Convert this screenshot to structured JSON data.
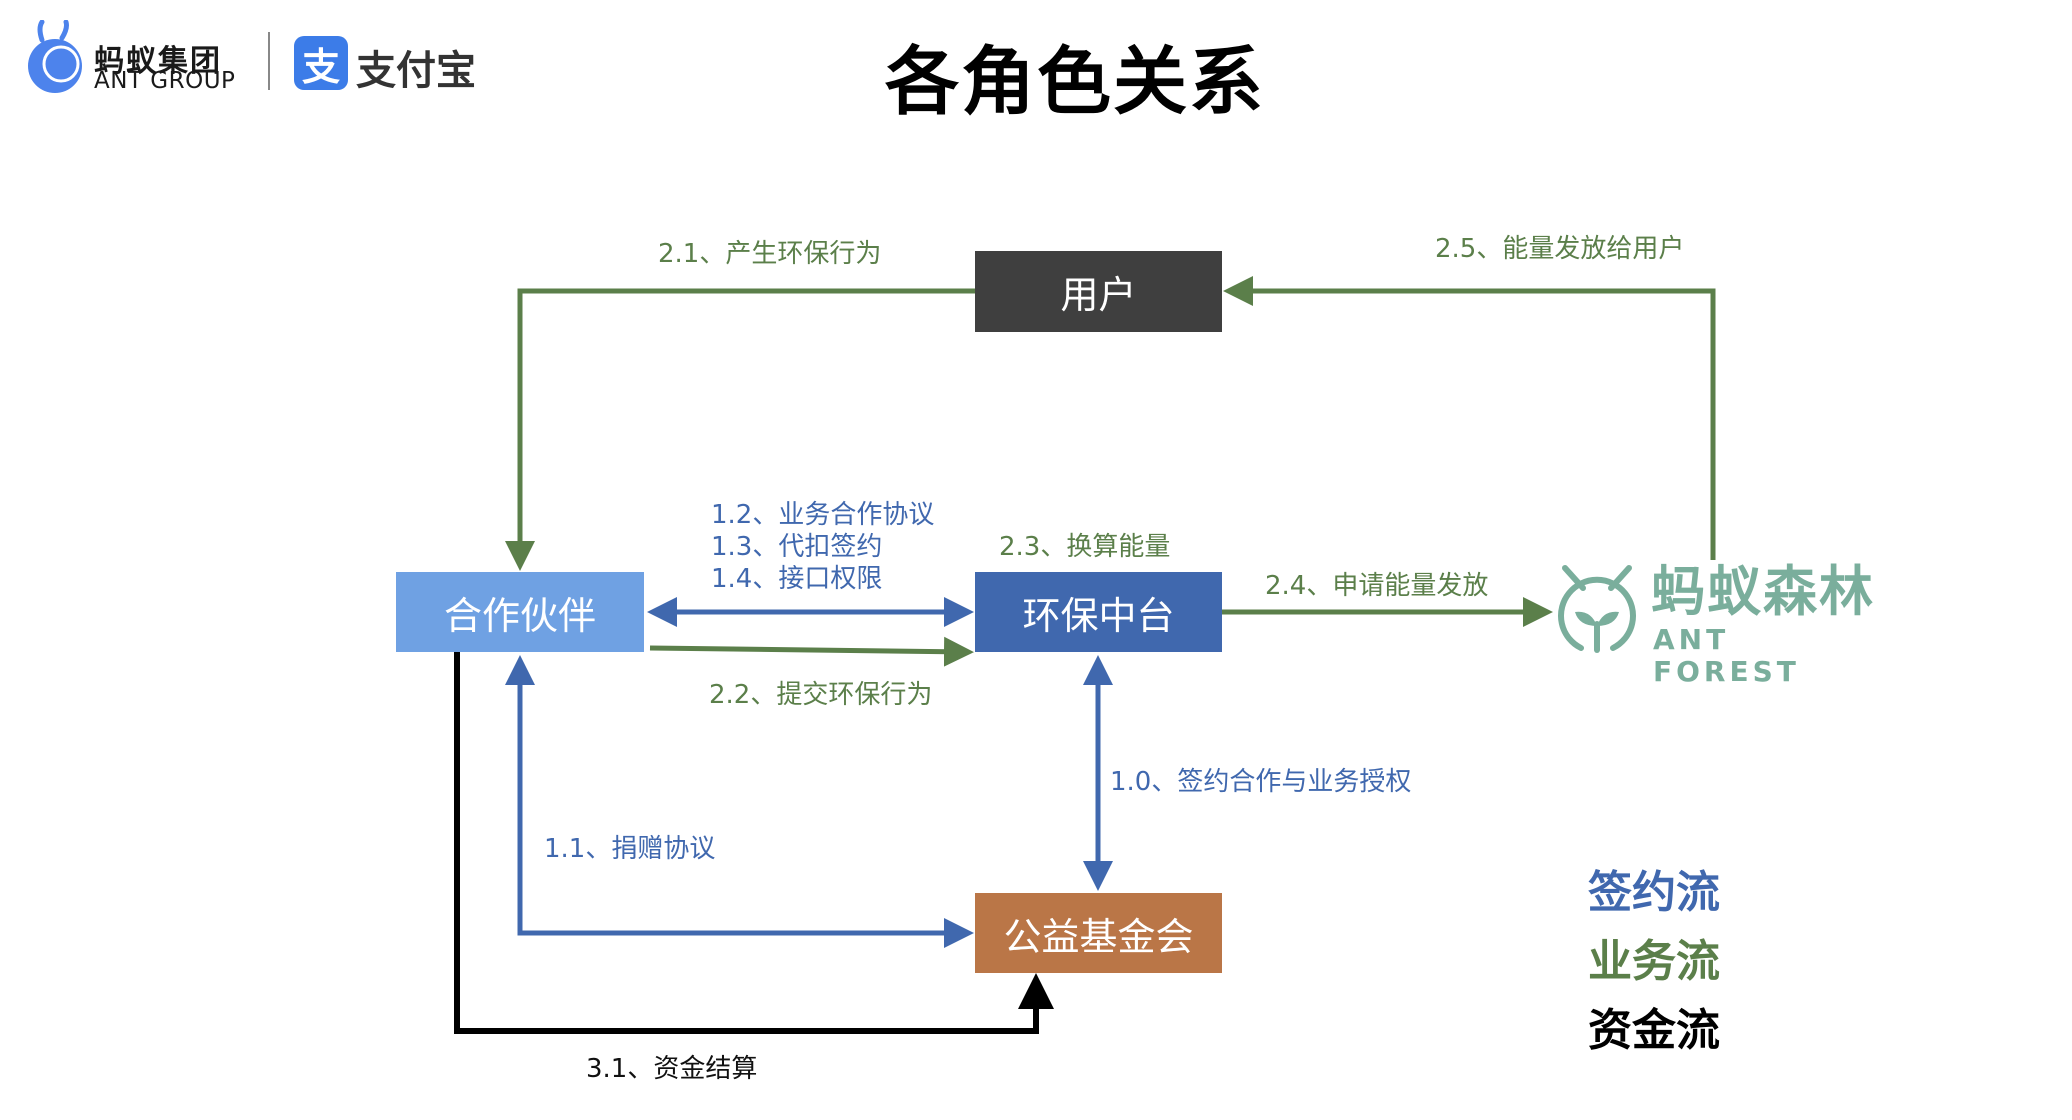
{
  "header": {
    "brand_cn": "蚂蚁集团",
    "brand_en": "ANT GROUP",
    "alipay_badge": "支",
    "alipay_name": "支付宝",
    "title": "各角色关系"
  },
  "colors": {
    "signing_flow": "#4068AE",
    "business_flow": "#5B7F4A",
    "funds_flow": "#000000",
    "user_box": "#3F3F3F",
    "partner_box": "#6FA1E3",
    "platform_box": "#4068AE",
    "foundation_box": "#BA7647",
    "forest_logo": "#7AAE9C"
  },
  "nodes": {
    "user": "用户",
    "partner": "合作伙伴",
    "platform": "环保中台",
    "foundation": "公益基金会",
    "forest_cn": "蚂蚁森林",
    "forest_en": "ANT FOREST"
  },
  "edges": {
    "e21": "2.1、产生环保行为",
    "e25": "2.5、能量发放给用户",
    "e12": "1.2、业务合作协议",
    "e13": "1.3、代扣签约",
    "e14": "1.4、接口权限",
    "e23": "2.3、换算能量",
    "e24": "2.4、申请能量发放",
    "e22": "2.2、提交环保行为",
    "e10": "1.0、签约合作与业务授权",
    "e11": "1.1、捐赠协议",
    "e31": "3.1、资金结算"
  },
  "legend": {
    "signing": "签约流",
    "business": "业务流",
    "funds": "资金流"
  }
}
